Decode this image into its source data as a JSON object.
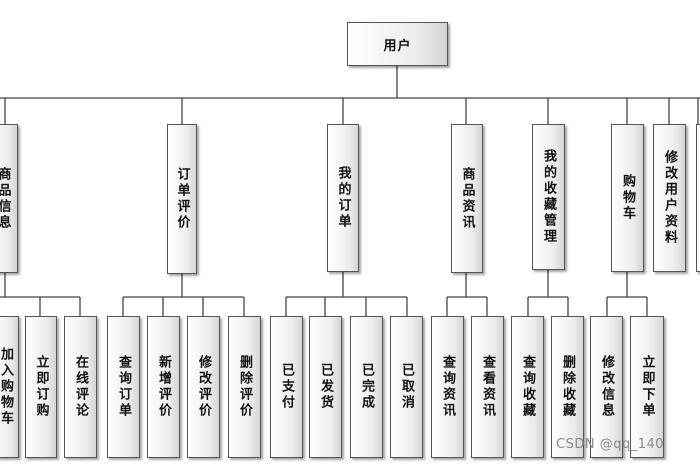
{
  "root": {
    "label": "用户"
  },
  "level1": [
    {
      "label": "商品信息"
    },
    {
      "label": "订单评价"
    },
    {
      "label": "我的订单"
    },
    {
      "label": "商品资讯"
    },
    {
      "label": "我的收藏管理"
    },
    {
      "label": "购物车"
    },
    {
      "label": "修改用户资料"
    }
  ],
  "level2": [
    {
      "label": "加入购物车"
    },
    {
      "label": "立即订购"
    },
    {
      "label": "在线评论"
    },
    {
      "label": "查询订单"
    },
    {
      "label": "新增评价"
    },
    {
      "label": "修改评价"
    },
    {
      "label": "删除评价"
    },
    {
      "label": "已支付"
    },
    {
      "label": "已发货"
    },
    {
      "label": "已完成"
    },
    {
      "label": "已取消"
    },
    {
      "label": "查询资讯"
    },
    {
      "label": "查看资讯"
    },
    {
      "label": "查询收藏"
    },
    {
      "label": "删除收藏"
    },
    {
      "label": "修改信息"
    },
    {
      "label": "立即下单"
    }
  ],
  "watermark": "CSDN @qq_140"
}
